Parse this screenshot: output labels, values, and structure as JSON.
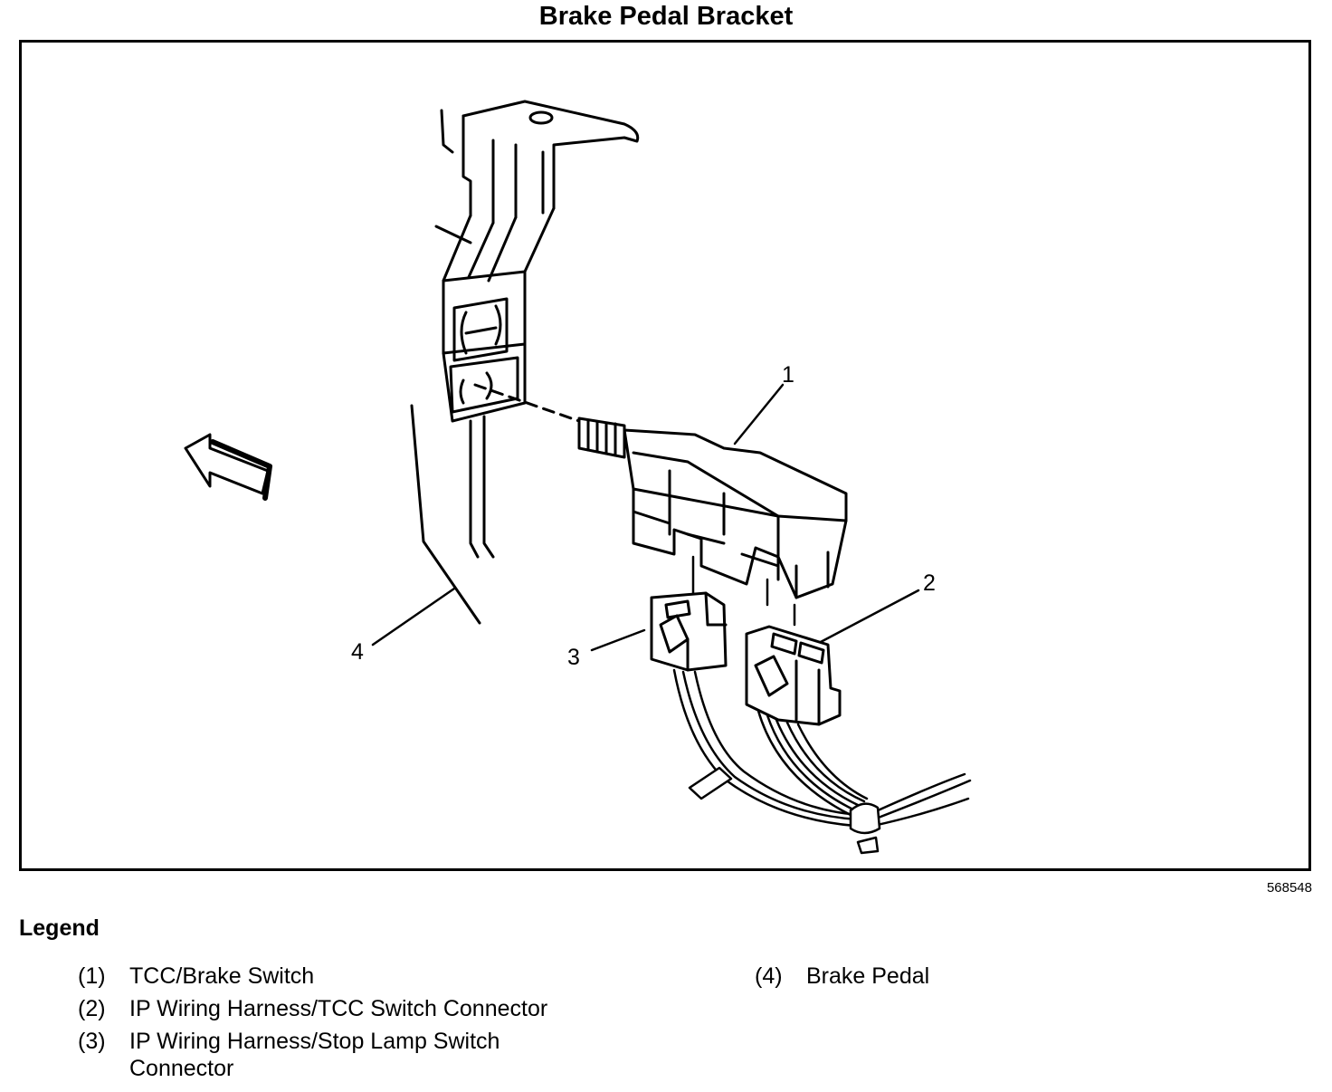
{
  "title": "Brake Pedal Bracket",
  "figure_id": "568548",
  "callouts": [
    "1",
    "2",
    "3",
    "4"
  ],
  "legend": {
    "title": "Legend",
    "items": [
      {
        "num": "(1)",
        "text": "TCC/Brake Switch"
      },
      {
        "num": "(2)",
        "text": "IP Wiring Harness/TCC Switch Connector"
      },
      {
        "num": "(3)",
        "text": "IP Wiring Harness/Stop Lamp Switch Connector"
      },
      {
        "num": "(4)",
        "text": "Brake Pedal"
      }
    ]
  }
}
